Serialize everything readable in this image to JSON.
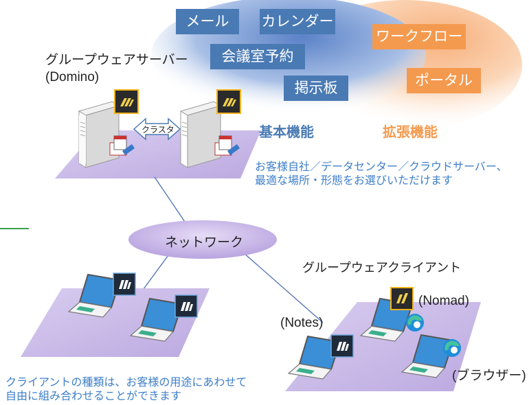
{
  "server": {
    "title_line1": "グループウェアサーバー",
    "title_line2": "(Domino)",
    "cluster_label": "クラスタ"
  },
  "functions": {
    "basic": [
      "メール",
      "カレンダー",
      "会議室予約",
      "掲示板"
    ],
    "extended": [
      "ワークフロー",
      "ポータル"
    ],
    "basic_label": "基本機能",
    "extended_label": "拡張機能"
  },
  "hosting_note": {
    "line1": "お客様自社／データセンター／クラウドサーバー、",
    "line2": "最適な場所・形態をお選びいただけます"
  },
  "network_label": "ネットワーク",
  "clients": {
    "title": "グループウェアクライアント",
    "notes": "(Notes)",
    "nomad": "(Nomad)",
    "browser": "(ブラウザー)"
  },
  "client_note": {
    "line1": "クライアントの種類は、お客様の用途にあわせて",
    "line2": "自由に組み合わせることができます"
  },
  "colors": {
    "basic": "#4a7ab4",
    "extended": "#f49a4f",
    "platform": "#c9b8e6",
    "note": "#3d7ec9",
    "link": "#4a6fb0"
  }
}
